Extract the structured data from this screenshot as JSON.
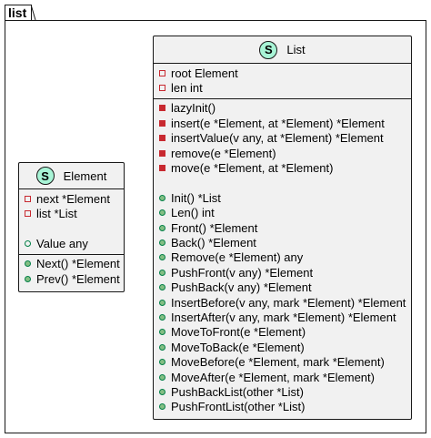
{
  "package": {
    "name": "list"
  },
  "classes": {
    "element": {
      "stereotype": "S",
      "name": "Element",
      "fields": [
        {
          "visibility": "private",
          "text": "next *Element"
        },
        {
          "visibility": "private",
          "text": "list *List"
        },
        {
          "visibility": "none",
          "text": ""
        },
        {
          "visibility": "public",
          "text": "Value any"
        }
      ],
      "methods": [
        {
          "visibility": "public",
          "text": "Next() *Element"
        },
        {
          "visibility": "public",
          "text": "Prev() *Element"
        }
      ]
    },
    "list": {
      "stereotype": "S",
      "name": "List",
      "fields": [
        {
          "visibility": "private",
          "text": "root Element"
        },
        {
          "visibility": "private",
          "text": "len int"
        }
      ],
      "methods": [
        {
          "visibility": "private",
          "text": "lazyInit()"
        },
        {
          "visibility": "private",
          "text": "insert(e *Element, at *Element) *Element"
        },
        {
          "visibility": "private",
          "text": "insertValue(v any, at *Element) *Element"
        },
        {
          "visibility": "private",
          "text": "remove(e *Element)"
        },
        {
          "visibility": "private",
          "text": "move(e *Element, at *Element)"
        },
        {
          "visibility": "none",
          "text": ""
        },
        {
          "visibility": "public",
          "text": "Init() *List"
        },
        {
          "visibility": "public",
          "text": "Len() int"
        },
        {
          "visibility": "public",
          "text": "Front() *Element"
        },
        {
          "visibility": "public",
          "text": "Back() *Element"
        },
        {
          "visibility": "public",
          "text": "Remove(e *Element) any"
        },
        {
          "visibility": "public",
          "text": "PushFront(v any) *Element"
        },
        {
          "visibility": "public",
          "text": "PushBack(v any) *Element"
        },
        {
          "visibility": "public",
          "text": "InsertBefore(v any, mark *Element) *Element"
        },
        {
          "visibility": "public",
          "text": "InsertAfter(v any, mark *Element) *Element"
        },
        {
          "visibility": "public",
          "text": "MoveToFront(e *Element)"
        },
        {
          "visibility": "public",
          "text": "MoveToBack(e *Element)"
        },
        {
          "visibility": "public",
          "text": "MoveBefore(e *Element, mark *Element)"
        },
        {
          "visibility": "public",
          "text": "MoveAfter(e *Element, mark *Element)"
        },
        {
          "visibility": "public",
          "text": "PushBackList(other *List)"
        },
        {
          "visibility": "public",
          "text": "PushFrontList(other *List)"
        }
      ]
    }
  },
  "colors": {
    "class_fill": "#f1f1f1",
    "stereotype_fill": "#a8f4d6",
    "private_red": "#c82930",
    "public_green": "#038048",
    "public_method_fill": "#84be84"
  }
}
